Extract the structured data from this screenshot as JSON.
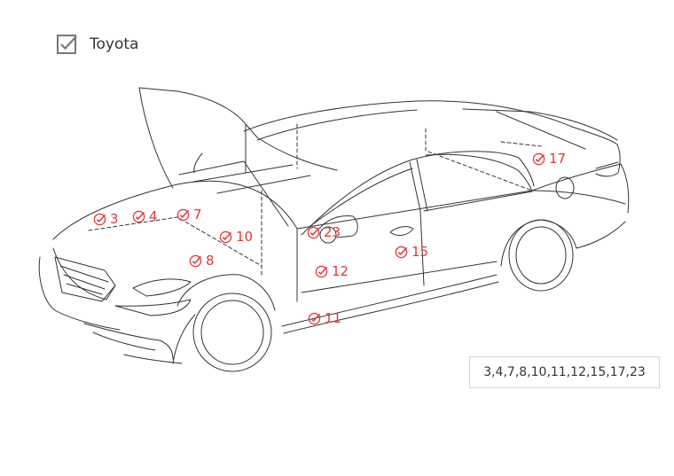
{
  "header": {
    "brand": "Toyota",
    "checkbox_checked": true,
    "icon": "checkbox-checked-icon"
  },
  "markers": [
    {
      "id": "3",
      "label": "3"
    },
    {
      "id": "4",
      "label": "4"
    },
    {
      "id": "7",
      "label": "7"
    },
    {
      "id": "10",
      "label": "10"
    },
    {
      "id": "8",
      "label": "8"
    },
    {
      "id": "23",
      "label": "23"
    },
    {
      "id": "12",
      "label": "12"
    },
    {
      "id": "15",
      "label": "15"
    },
    {
      "id": "11",
      "label": "11"
    },
    {
      "id": "17",
      "label": "17"
    }
  ],
  "summary": {
    "text": "3,4,7,8,10,11,12,15,17,23"
  },
  "colors": {
    "marker": "#e03838",
    "line": "#333333",
    "checkbox": "#777777"
  }
}
